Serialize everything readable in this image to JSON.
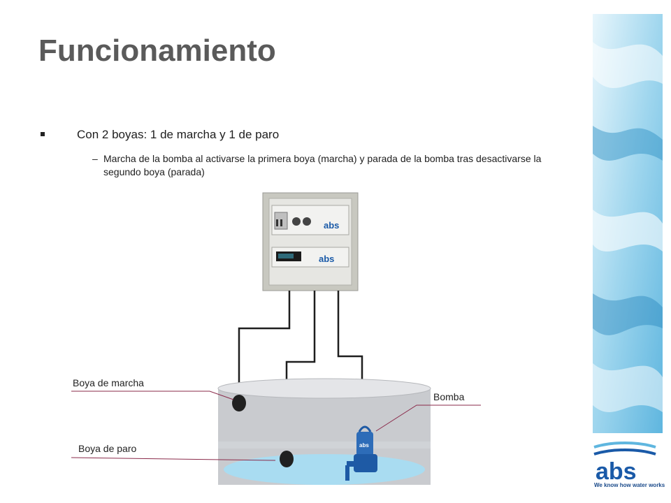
{
  "title": "Funcionamiento",
  "bullets": {
    "main": "Con 2 boyas: 1 de marcha y 1 de paro",
    "sub_dash": "–",
    "sub": "Marcha de la bomba al activarse la primera boya (marcha) y parada de la bomba tras desactivarse la segundo boya (parada)"
  },
  "labels": {
    "start_float": "Boya de marcha",
    "stop_float": "Boya de paro",
    "pump": "Bomba"
  },
  "panel": {
    "brand_top": "abs",
    "brand_bottom": "abs"
  },
  "pump_brand": "abs",
  "logo": {
    "text": "abs",
    "tagline": "We know how water works"
  },
  "colors": {
    "title": "#5a5a5a",
    "brand_blue": "#1a5aa8",
    "water": "#9fd3ec",
    "tank": "#c9cbcf",
    "leader_line": "#8a2a4a"
  }
}
